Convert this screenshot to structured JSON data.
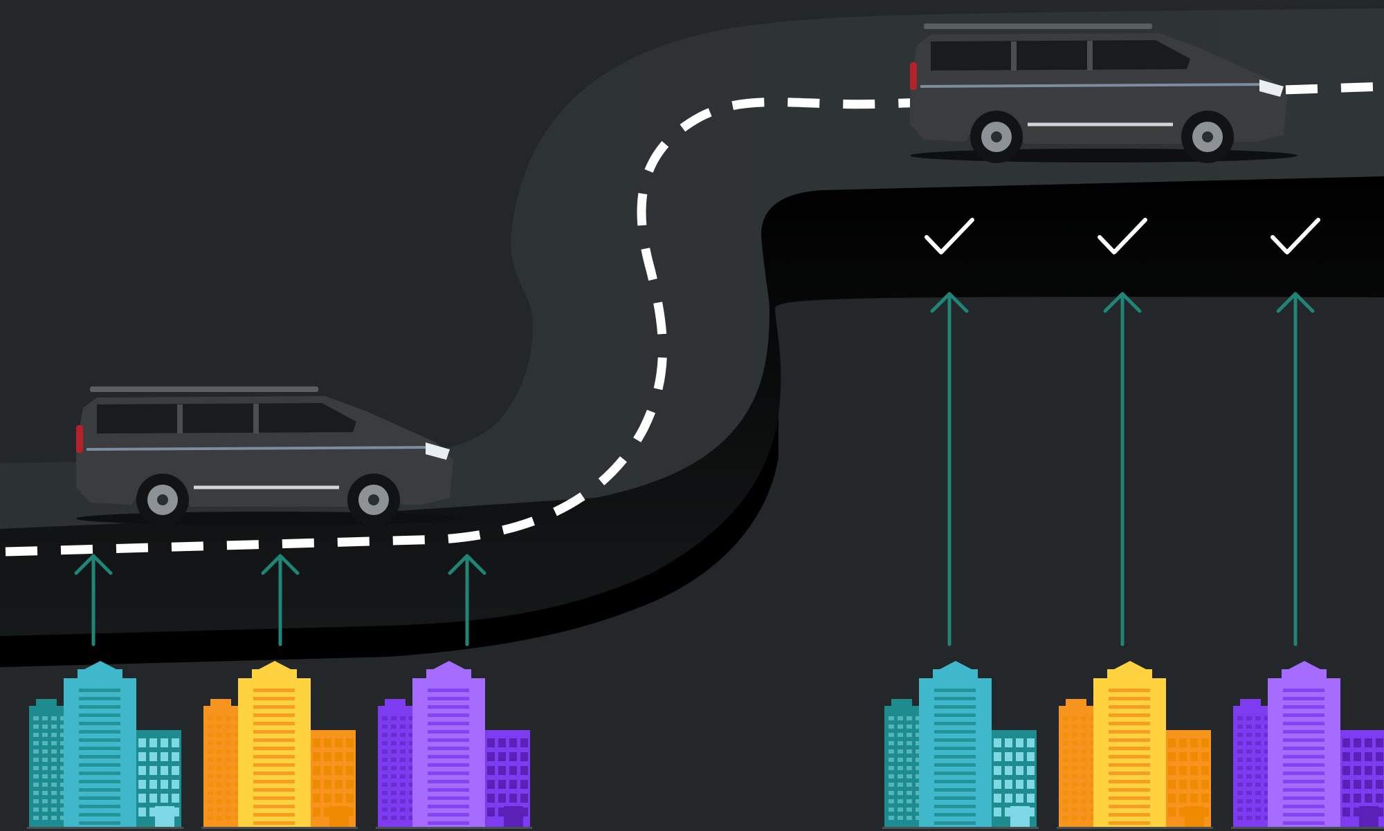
{
  "colors": {
    "background": "#232729",
    "road_surface": "#2e3335",
    "road_edge": "#0a0b0c",
    "lane_marking": "#ffffff",
    "arrow": "#1f8577",
    "check": "#ffffff",
    "car_body": "#3a3c3e",
    "car_window": "#1a1b1c",
    "car_trim": "#7a8ea0",
    "teal": {
      "main": "#3fb8cc",
      "side": "#1e8c8e",
      "window": "#7fd8e6"
    },
    "orange": {
      "main": "#ffd23f",
      "side": "#f7941d",
      "window": "#f08a00"
    },
    "purple": {
      "main": "#a56cff",
      "side": "#7d3cf0",
      "window": "#5a21b8"
    }
  },
  "icons": {
    "car": "suv-icon",
    "building": "city-buildings-icon",
    "arrow": "arrow-up-icon",
    "check": "checkmark-icon"
  },
  "groups": {
    "lower": {
      "building_colors": [
        "teal",
        "orange",
        "purple"
      ],
      "checked": false
    },
    "upper": {
      "building_colors": [
        "teal",
        "orange",
        "purple"
      ],
      "checked": true
    }
  }
}
